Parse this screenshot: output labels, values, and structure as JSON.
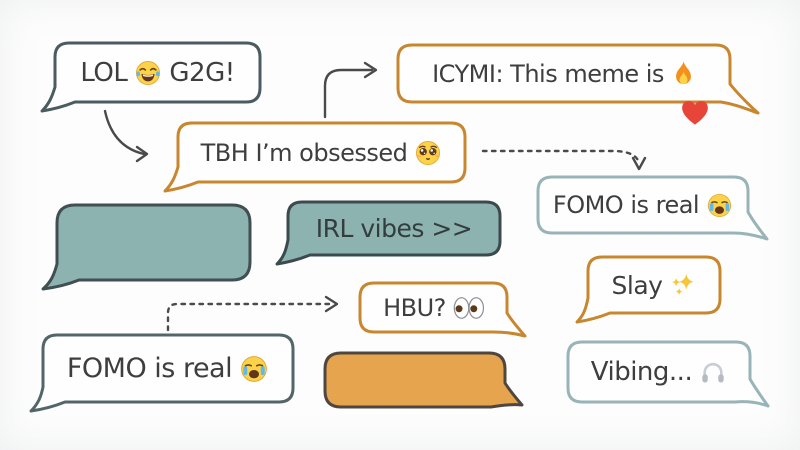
{
  "scene": {
    "description": "Hand-drawn chat bubble illustration of internet slang messages connected by arrows",
    "background": "#fdfdfd",
    "text_color": "#3e3e3e",
    "colors": {
      "teal_bubble_fill": "#8db3b0",
      "orange_bubble_fill": "#e7a44f",
      "orange_outline": "#c8862f",
      "slate_outline": "#4b5b60",
      "light_teal_outline": "#98b4b8",
      "dark_outline": "#3e4a4d",
      "arrow": "#4a4a4a"
    }
  },
  "messages": {
    "lol": {
      "text_before": "LOL",
      "emoji": "😂",
      "emoji_name": "face-with-tears-of-joy",
      "text_after": "G2G!"
    },
    "icymi": {
      "text": "ICYMI: This meme is",
      "emoji": "🔥",
      "emoji_name": "fire",
      "emoji_below": "❤️",
      "emoji_below_name": "red-heart"
    },
    "tbh": {
      "text": "TBH I’m obsessed",
      "emoji": "🥺",
      "emoji_name": "pleading-face"
    },
    "irl": {
      "text": "IRL vibes >>"
    },
    "fomo_right": {
      "text": "FOMO is real",
      "emoji": "😭",
      "emoji_name": "loudly-crying-face"
    },
    "slay": {
      "text": "Slay",
      "emoji": "✨",
      "emoji_name": "sparkles"
    },
    "hbu": {
      "text": "HBU?",
      "emoji": "👀",
      "emoji_name": "eyes"
    },
    "fomo_left": {
      "text": "FOMO is real",
      "emoji": "😭",
      "emoji_name": "loudly-crying-face"
    },
    "vibing": {
      "text": "Vibing...",
      "emoji": "🎧",
      "emoji_name": "headphone"
    }
  },
  "empty_bubbles": [
    {
      "id": "teal_large",
      "fill": "teal",
      "position": "middle-left"
    },
    {
      "id": "orange_small",
      "fill": "orange",
      "position": "bottom-middle"
    }
  ],
  "connections": [
    {
      "from": "lol",
      "to": "tbh",
      "style": "solid"
    },
    {
      "from": "tbh",
      "to": "icymi",
      "style": "solid"
    },
    {
      "from": "tbh",
      "to": "fomo_right",
      "style": "dotted"
    },
    {
      "from": "fomo_left",
      "to": "hbu",
      "style": "dotted"
    }
  ]
}
